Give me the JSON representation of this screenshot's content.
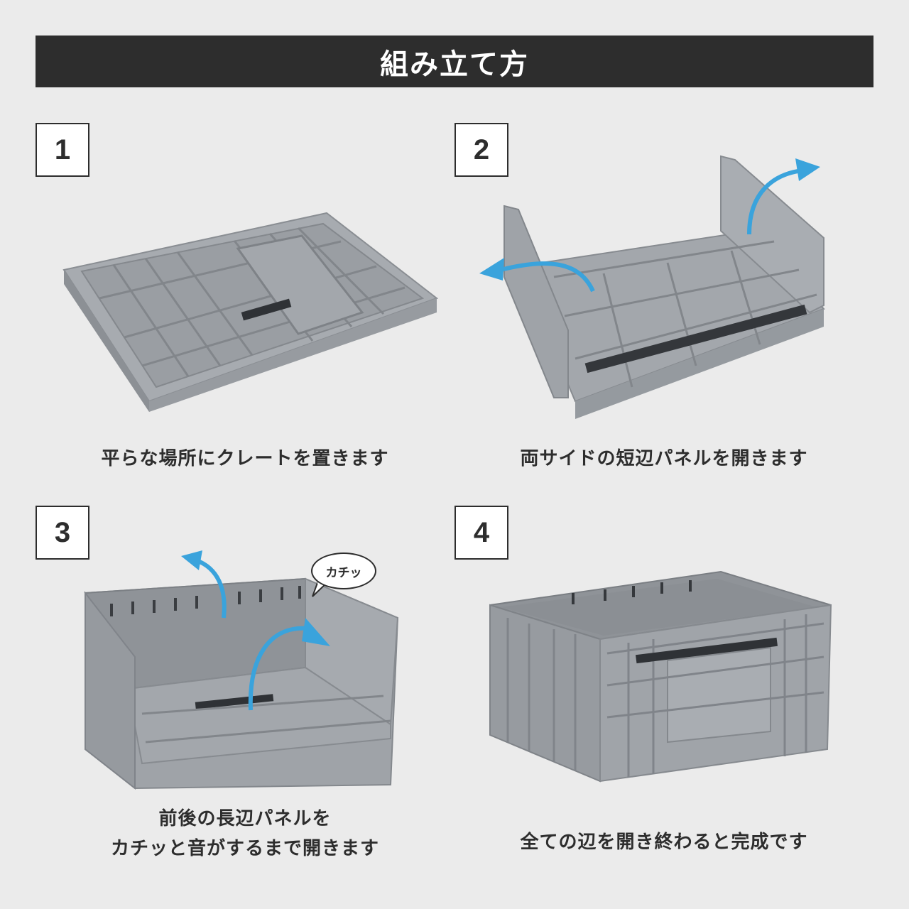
{
  "header": {
    "title": "組み立て方"
  },
  "steps": [
    {
      "number": "1",
      "caption": "平らな場所にクレートを置きます"
    },
    {
      "number": "2",
      "caption": "両サイドの短辺パネルを開きます"
    },
    {
      "number": "3",
      "caption_line1": "前後の長辺パネルを",
      "caption_line2": "カチッと音がするまで開きます",
      "bubble": "カチッ"
    },
    {
      "number": "4",
      "caption": "全ての辺を開き終わると完成です"
    }
  ],
  "colors": {
    "header_bg": "#2d2d2d",
    "background": "#ebebeb",
    "crate_gray": "#9a9ea3",
    "arrow_blue": "#3aa3dc"
  }
}
